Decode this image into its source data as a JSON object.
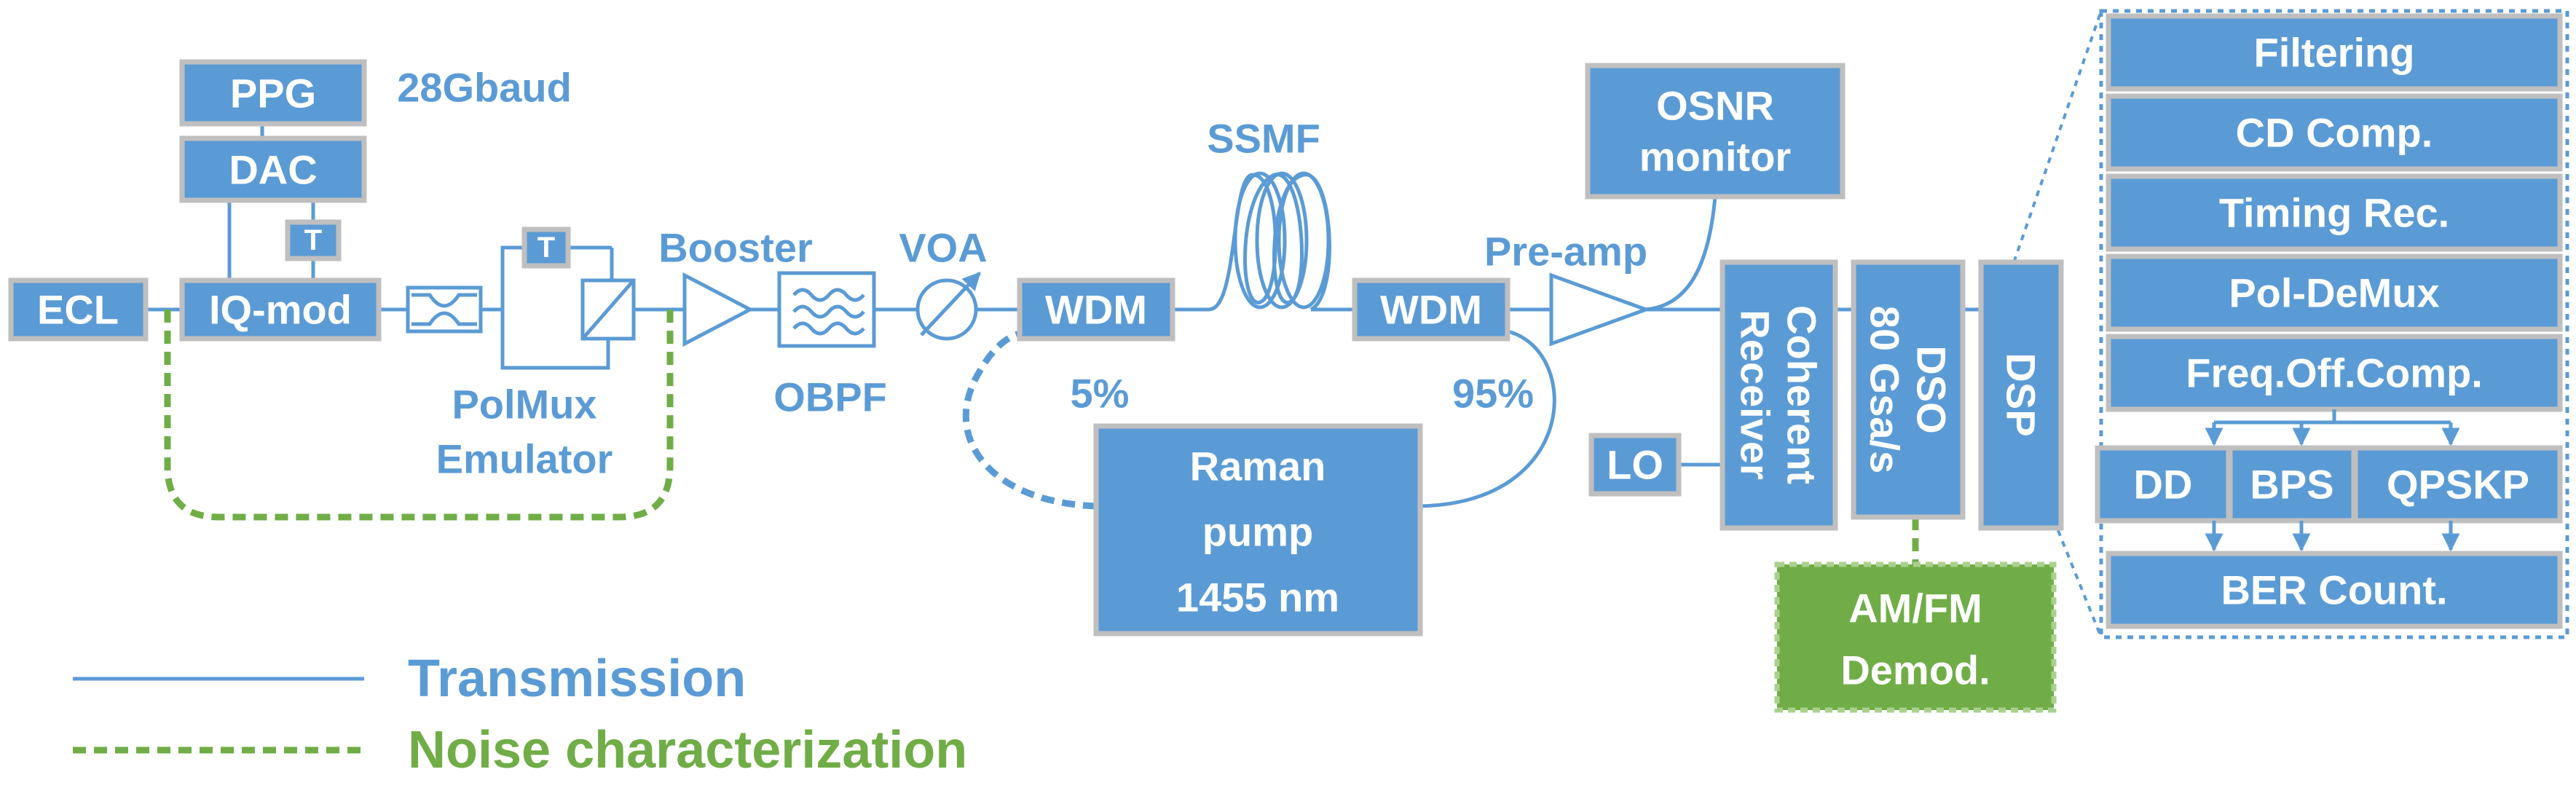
{
  "blocks": {
    "ecl": "ECL",
    "ppg": "PPG",
    "dac": "DAC",
    "iq_mod": "IQ-mod",
    "t_dac": "T",
    "t_polmux": "T",
    "wdm_left": "WDM",
    "wdm_right": "WDM",
    "osnr_line1": "OSNR",
    "osnr_line2": "monitor",
    "raman_line1": "Raman",
    "raman_line2": "pump",
    "raman_line3": "1455 nm",
    "lo": "LO",
    "coherent_line1": "Coherent",
    "coherent_line2": "Receiver",
    "dso_line1": "DSO",
    "dso_line2": "80 Gsa/s",
    "dsp": "DSP",
    "amfm_line1": "AM/FM",
    "amfm_line2": "Demod."
  },
  "labels": {
    "baud": "28Gbaud",
    "booster": "Booster",
    "voa": "VOA",
    "ssmf": "SSMF",
    "pre_amp": "Pre-amp",
    "polmux_line1": "PolMux",
    "polmux_line2": "Emulator",
    "obpf": "OBPF",
    "pct_5": "5%",
    "pct_95": "95%"
  },
  "dsp_chain": {
    "filtering": "Filtering",
    "cd_comp": "CD Comp.",
    "timing_rec": "Timing Rec.",
    "pol_demux": "Pol-DeMux",
    "freq_off_comp": "Freq.Off.Comp.",
    "dd": "DD",
    "bps": "BPS",
    "qpskp": "QPSKP",
    "ber_count": "BER Count."
  },
  "legend": {
    "transmission": "Transmission",
    "noise": "Noise characterization"
  },
  "colors": {
    "blue": "#5b9bd5",
    "green": "#70ad47",
    "border": "#bfbfbf"
  }
}
